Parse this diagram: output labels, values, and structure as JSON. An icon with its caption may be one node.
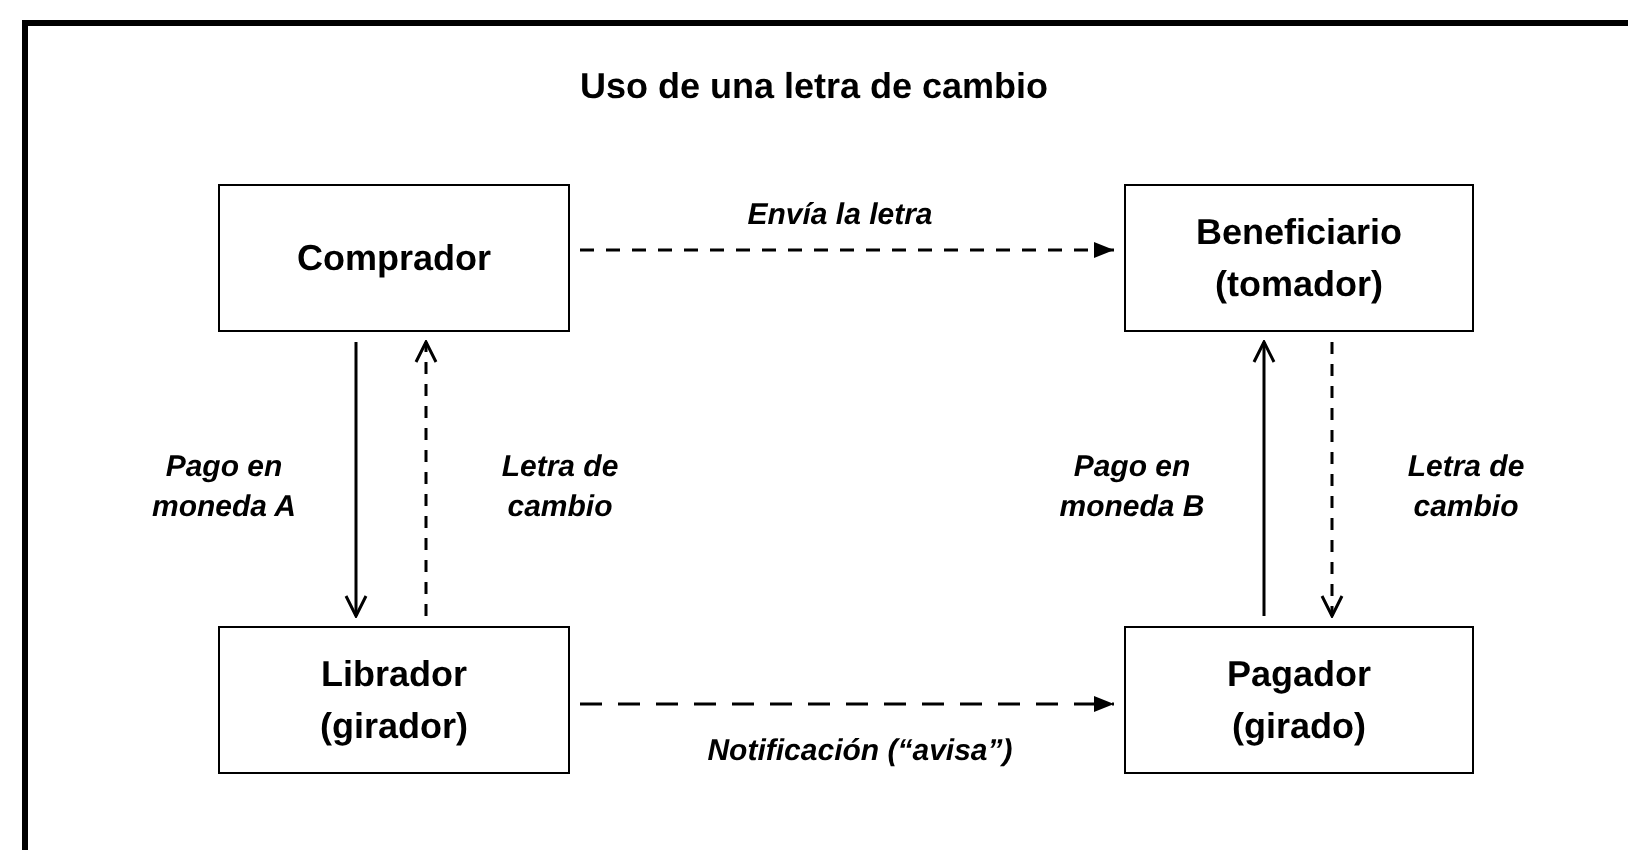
{
  "diagram": {
    "title": "Uso de una letra de cambio",
    "nodes": [
      {
        "text": [
          "Comprador"
        ]
      },
      {
        "text": [
          "Beneficiario (tomador)"
        ]
      },
      {
        "text": [
          "Librador (girador)"
        ]
      },
      {
        "text": [
          "Pagador (girado)"
        ]
      }
    ],
    "edges": [
      {
        "from": 0,
        "to": 1,
        "arrow": "to",
        "label": "Envía la letra",
        "style": "dashed"
      },
      {
        "from": 0,
        "to": 2,
        "arrow": "to",
        "label": "Pago en moneda A"
      },
      {
        "from": 2,
        "to": 0,
        "arrow": "to",
        "label": "Letra de cambio",
        "style": "dashed"
      },
      {
        "from": 3,
        "to": 1,
        "arrow": "to",
        "label": "Pago en moneda B"
      },
      {
        "from": 1,
        "to": 3,
        "arrow": "to",
        "label": "Letra de cambio",
        "style": "dashed"
      },
      {
        "from": 2,
        "to": 3,
        "arrow": "to",
        "label": "Notificación (“avisa”)",
        "style": "dashed"
      }
    ]
  }
}
